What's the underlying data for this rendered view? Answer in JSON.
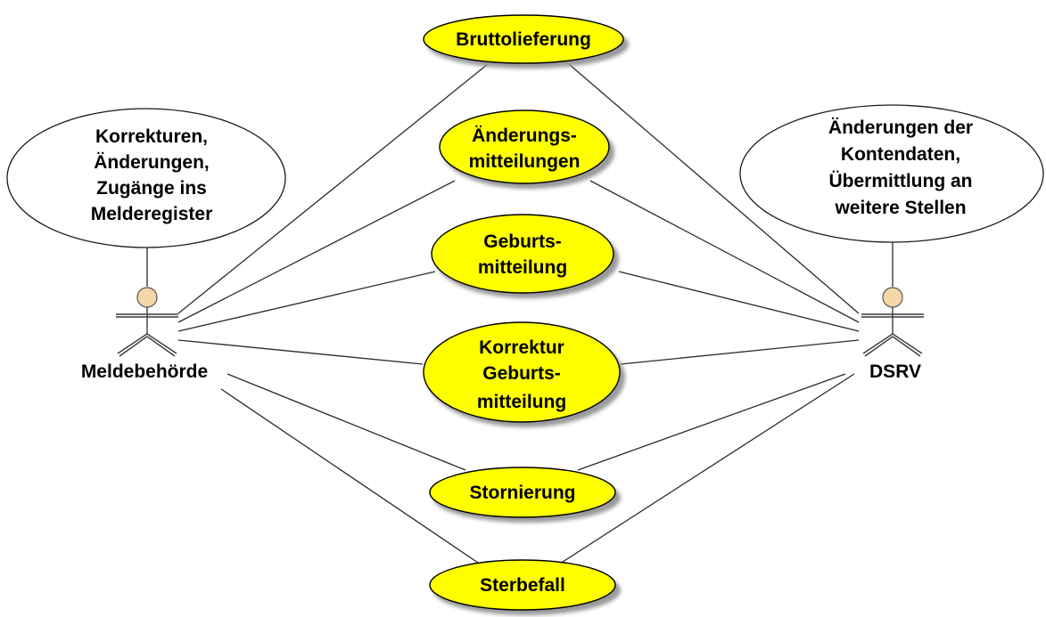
{
  "colors": {
    "usecase_fill": "#ffff00",
    "usecase_shadow": "#9a9a9a",
    "actor_head": "#f6d7a8",
    "line": "#2b2b2b"
  },
  "actors": {
    "left": {
      "name": "Meldebehörde"
    },
    "right": {
      "name": "DSRV"
    }
  },
  "notes": {
    "left": [
      "Korrekturen,",
      "Änderungen,",
      "Zugänge ins",
      "Melderegister"
    ],
    "right": [
      "Änderungen der",
      "Kontendaten,",
      "Übermittlung an",
      "weitere Stellen"
    ]
  },
  "usecases": {
    "bruttolieferung": [
      "Bruttolieferung"
    ],
    "aenderungsmitteilungen": [
      "Änderungs-",
      "mitteilungen"
    ],
    "geburtsmitteilung": [
      "Geburts-",
      "mitteilung"
    ],
    "korrektur_geburtsmitteilung": [
      "Korrektur",
      "Geburts-",
      "mitteilung"
    ],
    "stornierung": [
      "Stornierung"
    ],
    "sterbefall": [
      "Sterbefall"
    ]
  }
}
